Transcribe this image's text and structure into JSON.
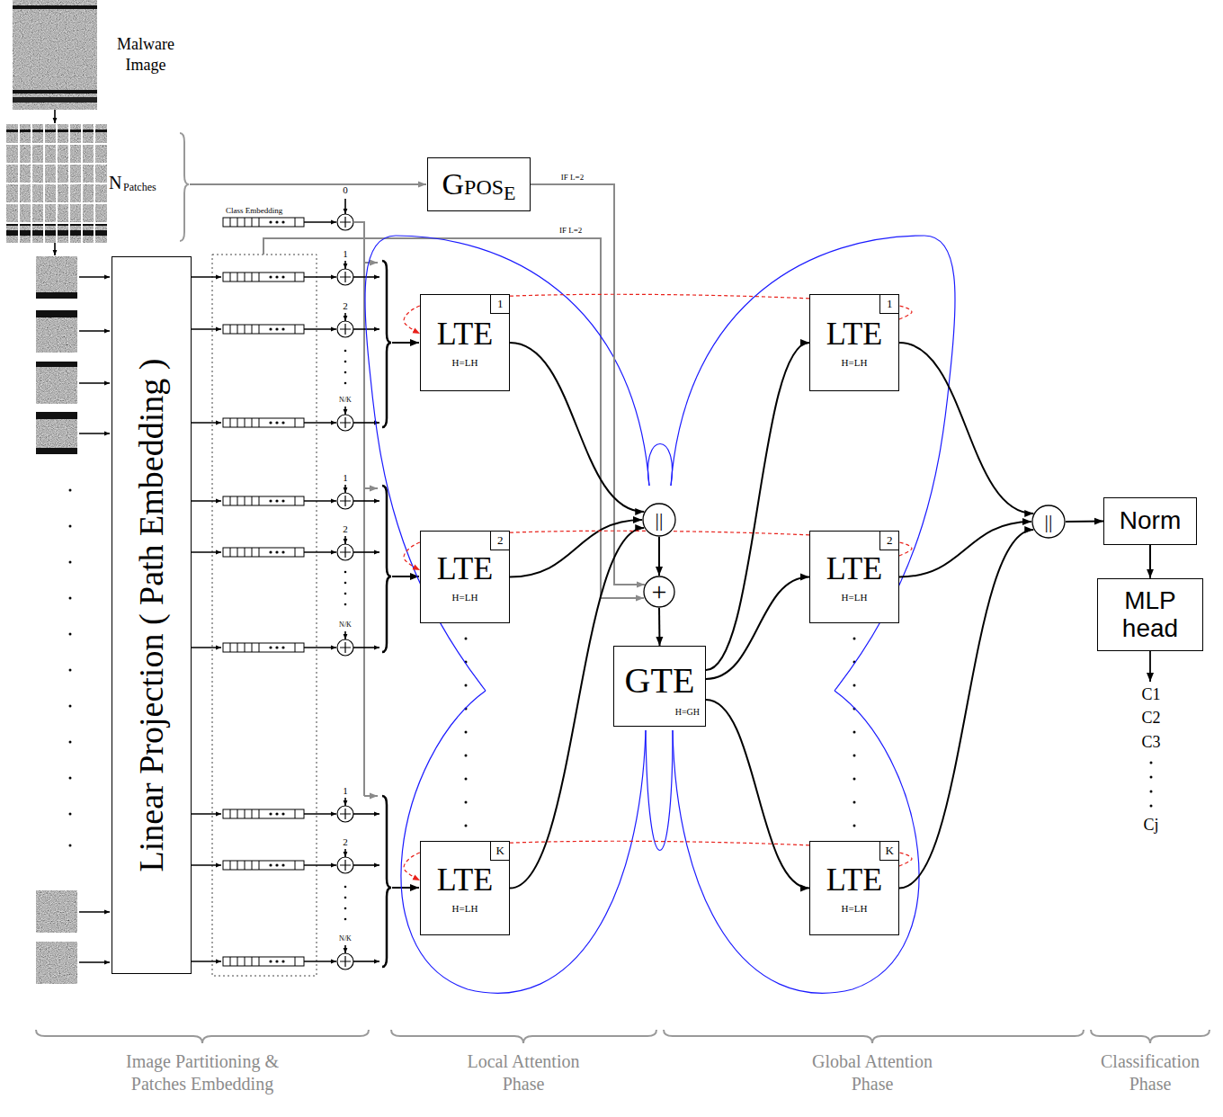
{
  "diagram": {
    "nodes": [
      {
        "text": [
          "GPOS",
          "E"
        ]
      },
      {
        "text": [
          "Linear Projection ( Path Embedding )"
        ]
      },
      {
        "text": [
          "LTE",
          "H=LH"
        ]
      },
      {
        "text": [
          "1"
        ],
        "in": 2
      },
      {
        "text": [
          "LTE",
          "H=LH"
        ]
      },
      {
        "text": [
          "2"
        ],
        "in": 4
      },
      {
        "text": [
          "LTE",
          "H=LH"
        ]
      },
      {
        "text": [
          "K"
        ],
        "in": 6
      },
      {
        "text": [
          "||"
        ]
      },
      {
        "text": [
          "+"
        ]
      },
      {
        "text": [
          "GTE",
          "H=GH"
        ]
      },
      {
        "text": [
          "LTE",
          "H=LH"
        ]
      },
      {
        "text": [
          "1"
        ],
        "in": 11
      },
      {
        "text": [
          "LTE",
          "H=LH"
        ]
      },
      {
        "text": [
          "2"
        ],
        "in": 13
      },
      {
        "text": [
          "LTE",
          "H=LH"
        ]
      },
      {
        "text": [
          "K"
        ],
        "in": 15
      },
      {
        "text": [
          "||"
        ]
      },
      {
        "text": [
          "Norm"
        ]
      },
      {
        "text": [
          "MLP head"
        ]
      }
    ],
    "edges": [
      {
        "from": 0,
        "to": 9,
        "arrow": "to",
        "label": "IF L=2"
      },
      {
        "from": 2,
        "to": 8,
        "arrow": "to"
      },
      {
        "from": 4,
        "to": 8,
        "arrow": "to"
      },
      {
        "from": 6,
        "to": 8,
        "arrow": "to"
      },
      {
        "from": 8,
        "to": 9,
        "arrow": "to"
      },
      {
        "from": 9,
        "to": 10,
        "arrow": "to"
      },
      {
        "from": 10,
        "to": 11,
        "arrow": "to"
      },
      {
        "from": 10,
        "to": 13,
        "arrow": "to"
      },
      {
        "from": 10,
        "to": 15,
        "arrow": "to"
      },
      {
        "from": 11,
        "to": 17,
        "arrow": "to"
      },
      {
        "from": 13,
        "to": 17,
        "arrow": "to"
      },
      {
        "from": 15,
        "to": 17,
        "arrow": "to"
      },
      {
        "from": 17,
        "to": 18,
        "arrow": "to"
      },
      {
        "from": 18,
        "to": 19,
        "arrow": "to"
      },
      {
        "from": 11,
        "to": 2,
        "arrow": "to"
      },
      {
        "from": 13,
        "to": 4,
        "arrow": "to"
      },
      {
        "from": 15,
        "to": 6,
        "arrow": "to"
      }
    ],
    "labels": [
      "Malware Image",
      "N",
      "Patches",
      "IF L=2",
      "Class Embedding",
      "0",
      "1",
      "2",
      "N/K",
      "1",
      "2",
      "N/K",
      "1",
      "2",
      "N/K",
      "C1",
      "C2",
      "C3",
      "Cj",
      "Image Partitioning & Patches Embedding",
      "Local Attention Phase",
      "Global Attention Phase",
      "Classification Phase"
    ]
  }
}
